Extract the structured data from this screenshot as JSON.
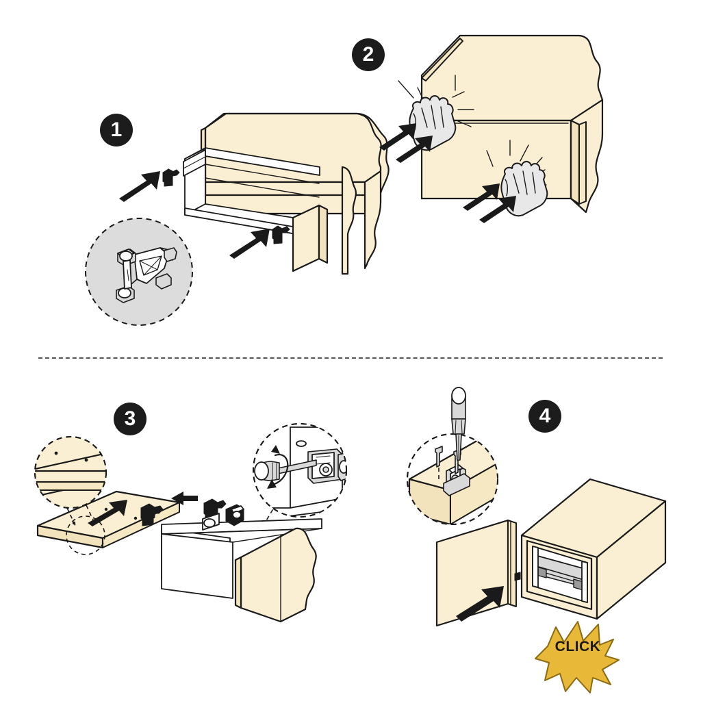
{
  "document": {
    "type": "assembly-instruction-sheet",
    "title": "Drawer runner installation instructions",
    "background_color": "#ffffff",
    "step_count": 4
  },
  "palette": {
    "wood_fill": "#faefd2",
    "wood_fill_shade": "#f2e3bd",
    "wood_edge": "#f7e8c4",
    "outline": "#1a1a1a",
    "metal_fill": "#ffffff",
    "metal_shade": "#d9d9d9",
    "hand_fill": "#e8e8e8",
    "detail_circle_gray": "#dcdcdc",
    "badge_black": "#1c1c1c",
    "badge_text": "#ffffff",
    "click_gold": "#e8b838",
    "click_gold_dark": "#c99a22",
    "click_text": "#1a1a1a",
    "divider": "#555555"
  },
  "divider": {
    "style": "dashed",
    "orientation": "horizontal"
  },
  "steps": [
    {
      "number": "1",
      "badge_label": "1",
      "caption": "",
      "objects": [
        "cabinet-carcass-cutaway",
        "drawer-runner-rail-left",
        "drawer-runner-rail-right",
        "front-fixing-clip-upper",
        "front-fixing-clip-lower",
        "insertion-arrow-upper",
        "insertion-arrow-lower"
      ],
      "detail_circle": {
        "fill": "gray",
        "border": "dashed",
        "content": "front-fixing-clip-bracket"
      }
    },
    {
      "number": "2",
      "badge_label": "2",
      "caption": "",
      "objects": [
        "cabinet-carcass-cutaway",
        "hand-pushing-upper",
        "hand-pushing-lower",
        "push-arrow-pair-upper",
        "push-arrow-pair-lower",
        "impact-lines-upper",
        "impact-lines-lower"
      ],
      "detail_circle": null
    },
    {
      "number": "3",
      "badge_label": "3",
      "caption": "",
      "objects": [
        "drawer-front-panel",
        "drawer-box",
        "cabinet-carcass-cutaway",
        "alignment-arrow-panel",
        "alignment-arrow-clip"
      ],
      "detail_circles": [
        {
          "fill": "wood",
          "border": "dashed",
          "content": "predrilled-holes-panel-edge",
          "position": "left"
        },
        {
          "fill": "white",
          "border": "dashed",
          "content": "screwdriver-adjusting-side-fitting",
          "position": "right"
        }
      ]
    },
    {
      "number": "4",
      "badge_label": "4",
      "caption": "",
      "objects": [
        "drawer-box-with-runners",
        "drawer-front-panel",
        "attach-arrow"
      ],
      "detail_circle": {
        "fill": "white",
        "border": "dashed",
        "content": "screwdriver-fastening-bracket-with-screws"
      },
      "badge": {
        "label": "CLICK",
        "shape": "starburst",
        "color": "#e8b838"
      }
    }
  ],
  "click_badge": {
    "label": "CLICK"
  }
}
